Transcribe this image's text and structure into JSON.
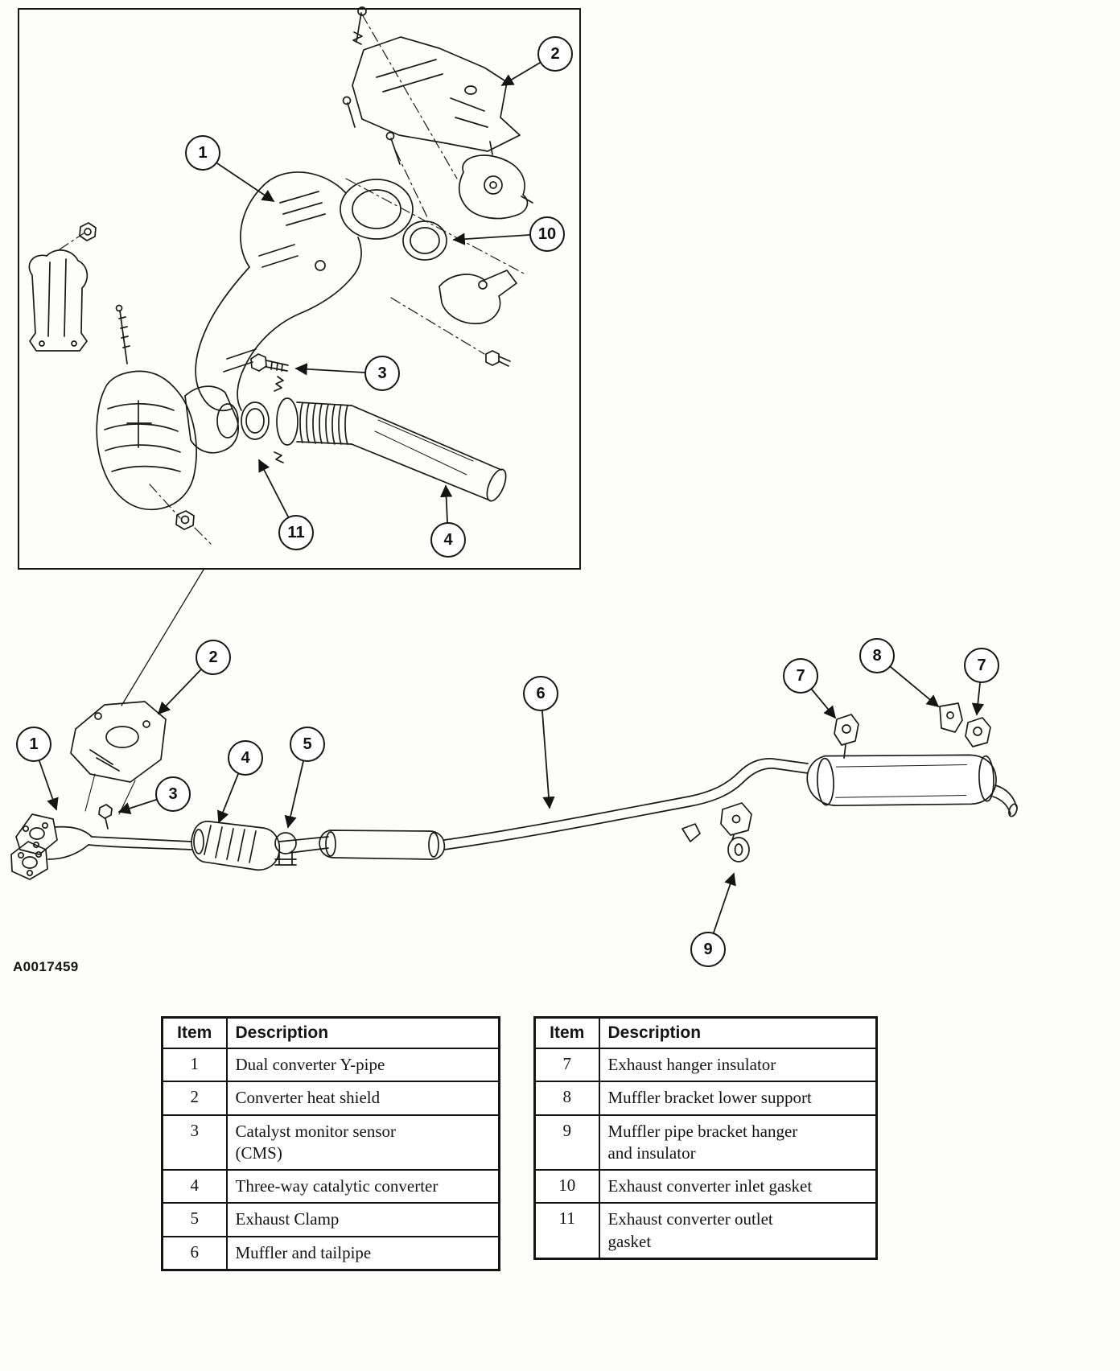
{
  "figure_code": "A0017459",
  "colors": {
    "ink": "#1a1a1a",
    "paper": "#ffffff"
  },
  "inset": {
    "callouts": [
      {
        "label": "2"
      },
      {
        "label": "1"
      },
      {
        "label": "10"
      },
      {
        "label": "3"
      },
      {
        "label": "11"
      },
      {
        "label": "4"
      }
    ]
  },
  "main": {
    "callouts": [
      {
        "label": "1"
      },
      {
        "label": "2"
      },
      {
        "label": "3"
      },
      {
        "label": "4"
      },
      {
        "label": "5"
      },
      {
        "label": "6"
      },
      {
        "label": "7"
      },
      {
        "label": "8"
      },
      {
        "label": "7"
      },
      {
        "label": "9"
      }
    ]
  },
  "tables": {
    "left": {
      "headers": [
        "Item",
        "Description"
      ],
      "rows": [
        [
          "1",
          "Dual converter Y-pipe"
        ],
        [
          "2",
          "Converter heat shield"
        ],
        [
          "3",
          "Catalyst monitor sensor\n(CMS)"
        ],
        [
          "4",
          "Three-way catalytic converter"
        ],
        [
          "5",
          "Exhaust Clamp"
        ],
        [
          "6",
          "Muffler and tailpipe"
        ]
      ]
    },
    "right": {
      "headers": [
        "Item",
        "Description"
      ],
      "rows": [
        [
          "7",
          "Exhaust hanger insulator"
        ],
        [
          "8",
          "Muffler bracket lower support"
        ],
        [
          "9",
          "Muffler pipe bracket hanger\nand insulator"
        ],
        [
          "10",
          "Exhaust converter inlet gasket"
        ],
        [
          "11",
          "Exhaust converter outlet\ngasket"
        ]
      ]
    }
  }
}
